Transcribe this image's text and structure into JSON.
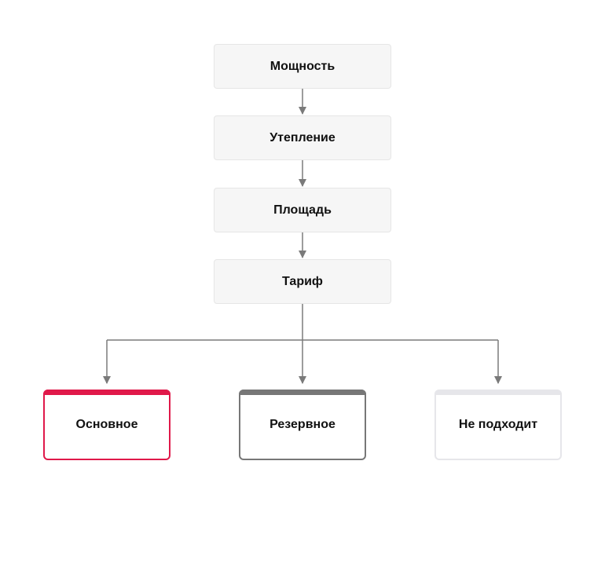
{
  "steps": [
    {
      "label": "Мощность"
    },
    {
      "label": "Утепление"
    },
    {
      "label": "Площадь"
    },
    {
      "label": "Тариф"
    }
  ],
  "outcomes": [
    {
      "label": "Основное",
      "color": "#e0194a"
    },
    {
      "label": "Резервное",
      "color": "#777777"
    },
    {
      "label": "Не подходит",
      "color": "#e6e6ea"
    }
  ],
  "colors": {
    "connector": "#7a7a7a",
    "step_fill": "#f6f6f6",
    "step_border": "#e6e6e6",
    "text": "#111111"
  }
}
